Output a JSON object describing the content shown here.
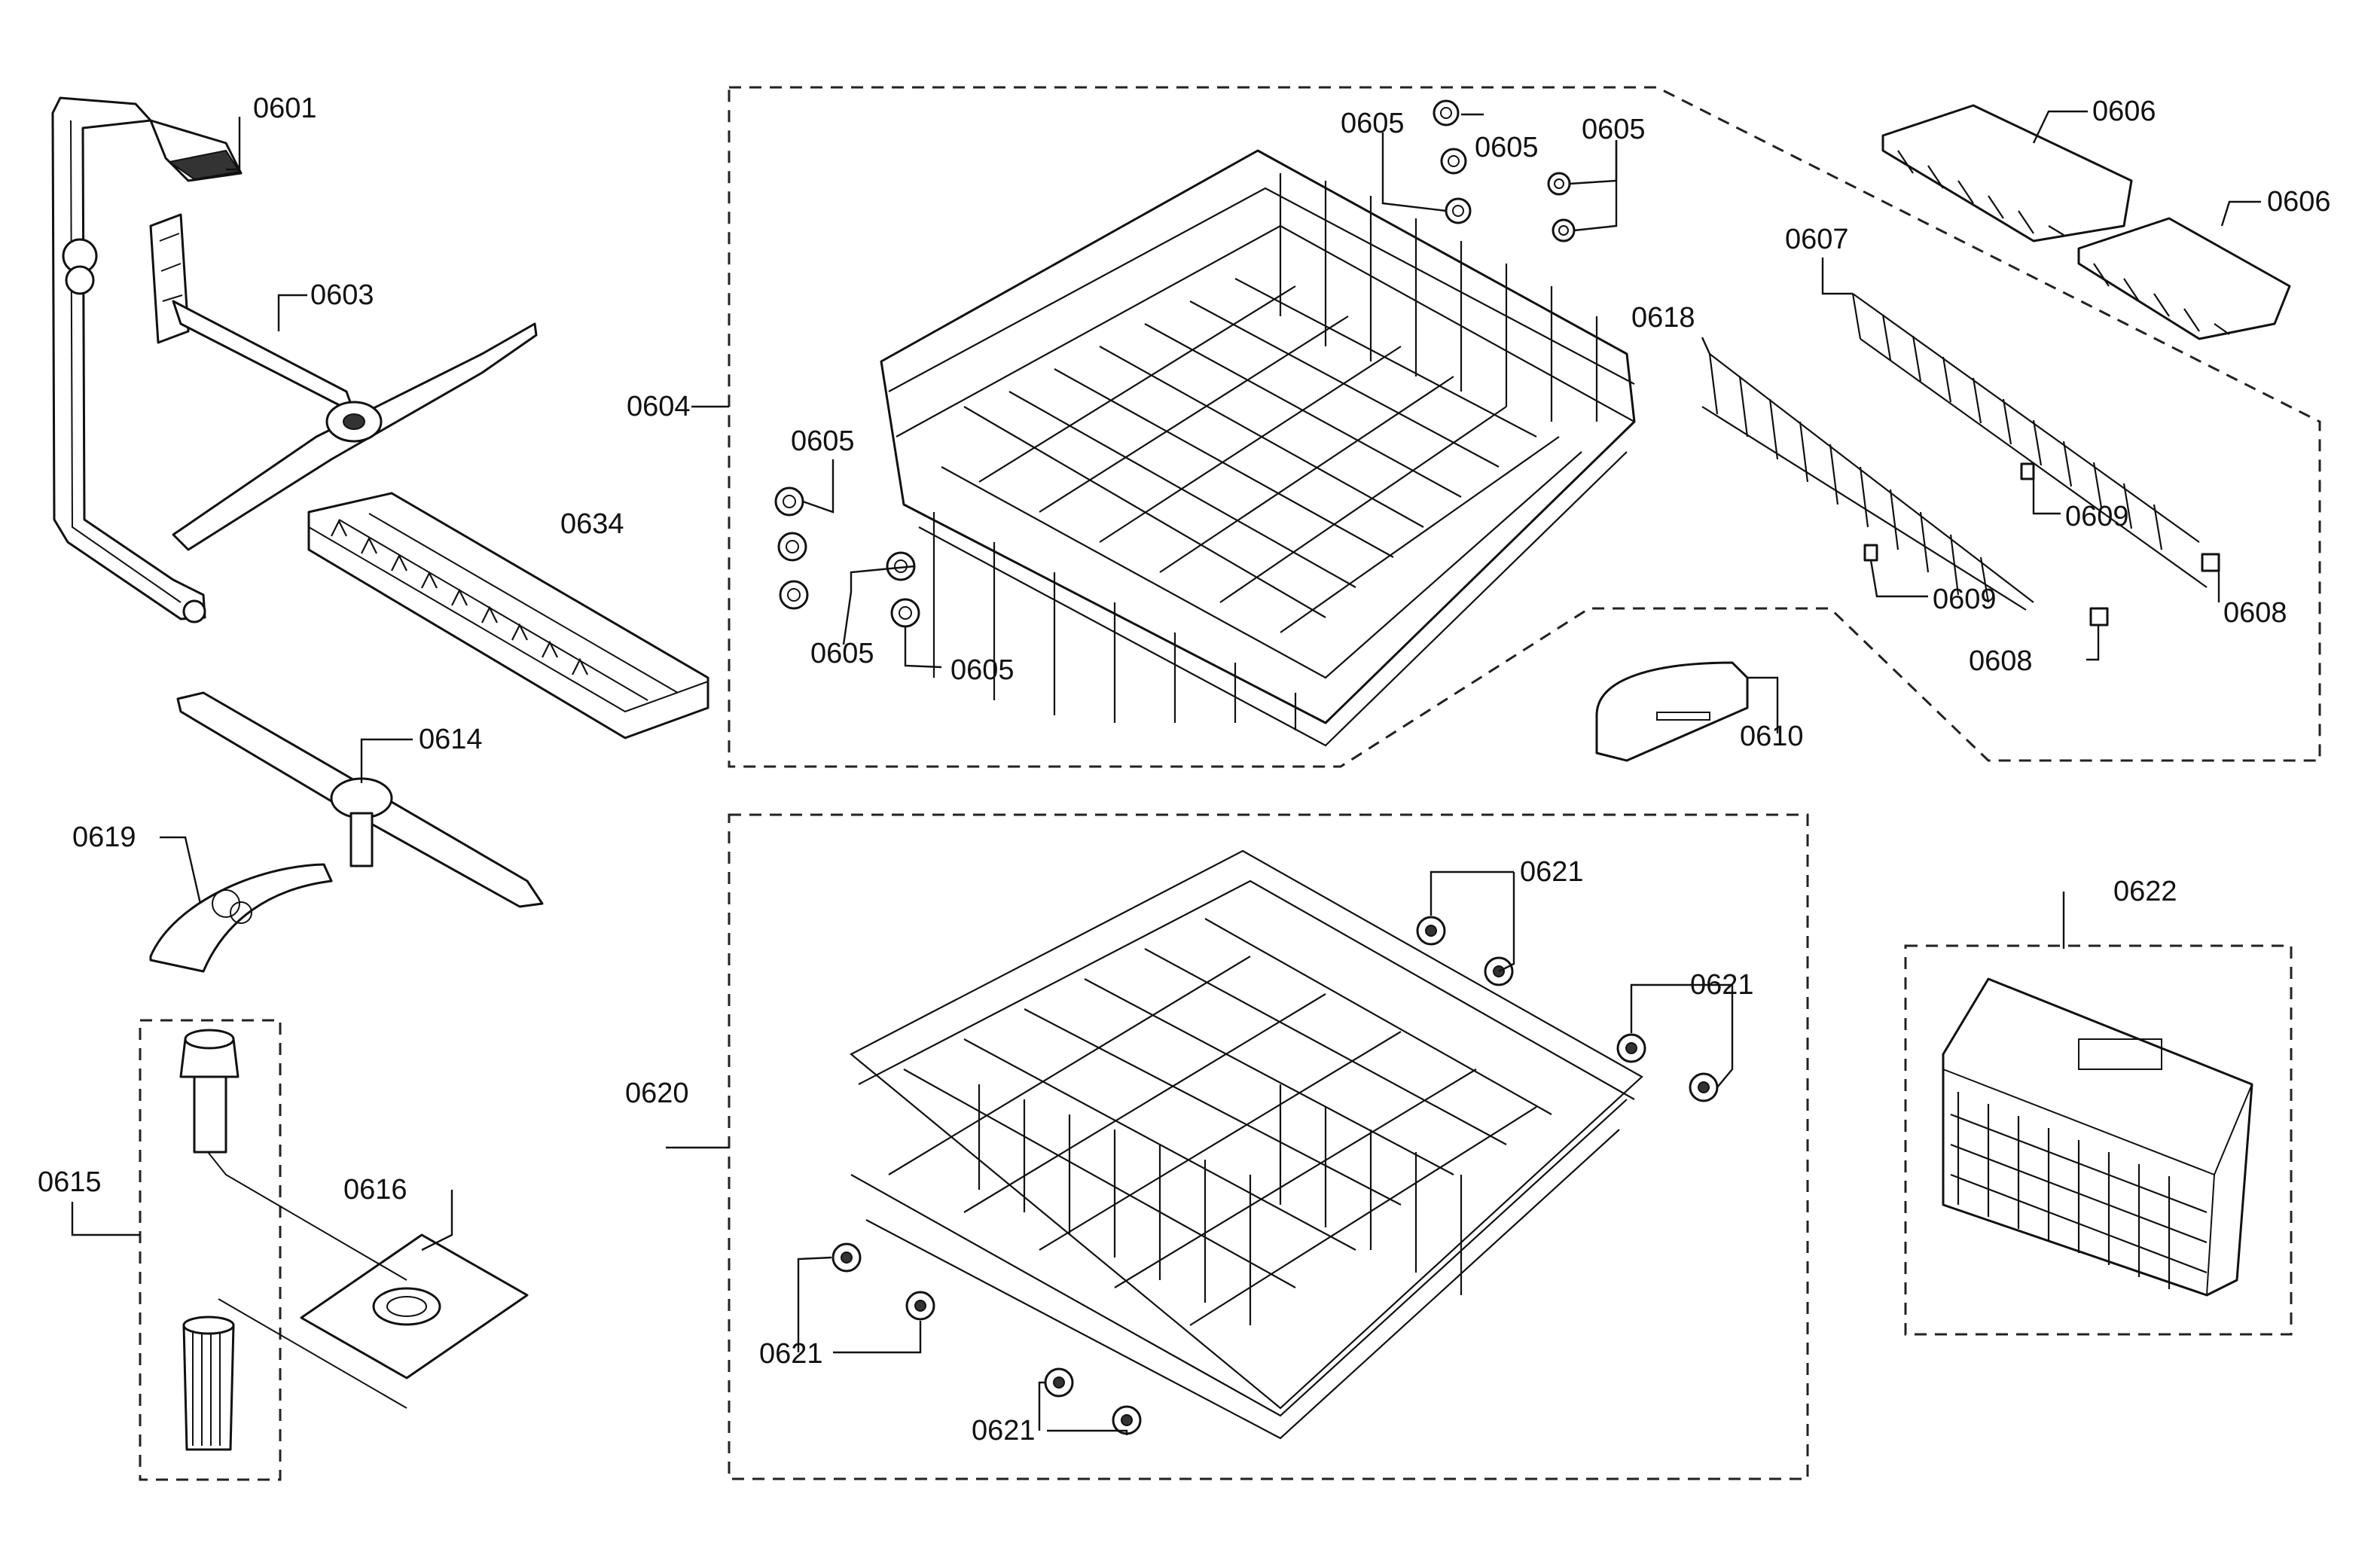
{
  "labels": {
    "p0601": "0601",
    "p0603": "0603",
    "p0604": "0604",
    "p0605": "0605",
    "p0606": "0606",
    "p0607": "0607",
    "p0608": "0608",
    "p0609": "0609",
    "p0610": "0610",
    "p0614": "0614",
    "p0615": "0615",
    "p0616": "0616",
    "p0618": "0618",
    "p0619": "0619",
    "p0620": "0620",
    "p0621": "0621",
    "p0622": "0622",
    "p0634": "0634"
  }
}
